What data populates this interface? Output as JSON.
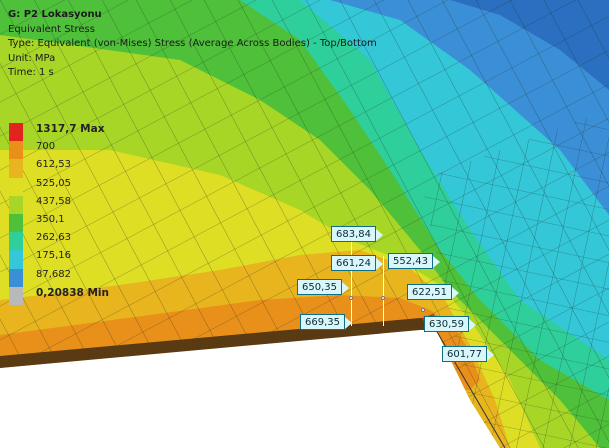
{
  "result": {
    "title": "G: P2 Lokasyonu",
    "quantity": "Equivalent Stress",
    "type_line": "Type: Equivalent (von-Mises) Stress (Average Across Bodies) - Top/Bottom",
    "unit_line": "Unit: MPa",
    "time_line": "Time: 1 s"
  },
  "legend": [
    {
      "label": "1317,7 Max",
      "color": "#e2241f",
      "bold": true
    },
    {
      "label": "700",
      "color": "#e8901a",
      "bold": false
    },
    {
      "label": "612,53",
      "color": "#e8b51e",
      "bold": false
    },
    {
      "label": "525,05",
      "color": "#dede24",
      "bold": false
    },
    {
      "label": "437,58",
      "color": "#a8d626",
      "bold": false
    },
    {
      "label": "350,1",
      "color": "#4fc03a",
      "bold": false
    },
    {
      "label": "262,63",
      "color": "#2ecf9a",
      "bold": false
    },
    {
      "label": "175,16",
      "color": "#33c7d8",
      "bold": false
    },
    {
      "label": "87,682",
      "color": "#3b8fd6",
      "bold": false
    },
    {
      "label": "0,20838 Min",
      "color": "#b9b9b9",
      "bold": true
    }
  ],
  "probes": [
    {
      "value": "683,84"
    },
    {
      "value": "552,43"
    },
    {
      "value": "661,24"
    },
    {
      "value": "650,35"
    },
    {
      "value": "622,51"
    },
    {
      "value": "669,35"
    },
    {
      "value": "630,59"
    },
    {
      "value": "601,77"
    }
  ]
}
